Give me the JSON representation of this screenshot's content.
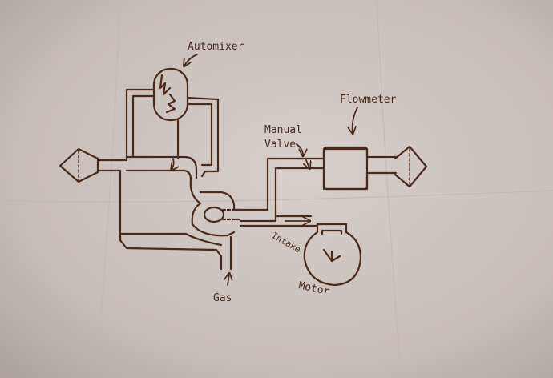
{
  "labels": {
    "automixer": "Automixer",
    "flowmeter": "Flowmeter",
    "manual_valve_line1": "Manual",
    "manual_valve_line2": "Valve",
    "intake": "Intake",
    "motor": "Motor",
    "gas": "Gas"
  },
  "colors": {
    "paper_light": "#d4ccc8",
    "paper_dark": "#a89f9b",
    "ink": "#4a2a1a"
  }
}
